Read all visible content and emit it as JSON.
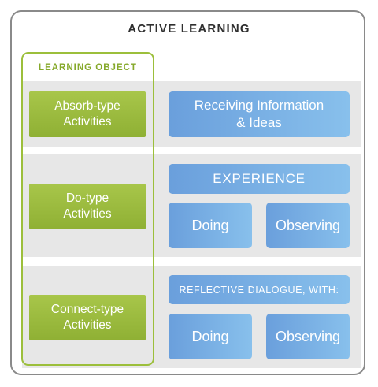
{
  "title": "ACTIVE LEARNING",
  "learning_object": {
    "title": "LEARNING OBJECT",
    "activities": [
      {
        "line1": "Absorb-type",
        "line2": "Activities"
      },
      {
        "line1": "Do-type",
        "line2": "Activities"
      },
      {
        "line1": "Connect-type",
        "line2": "Activities"
      }
    ]
  },
  "absorb_row": {
    "line1": "Receiving Information",
    "line2": "& Ideas"
  },
  "do_row": {
    "header": "EXPERIENCE",
    "left": "Doing",
    "right": "Observing"
  },
  "connect_row": {
    "header": "REFLECTIVE DIALOGUE, WITH:",
    "left": "Doing",
    "right": "Observing"
  },
  "colors": {
    "green": "#9cbf3b",
    "blue": "#6a9fdc",
    "band": "#e7e7e7",
    "frame": "#8a8a8a"
  }
}
